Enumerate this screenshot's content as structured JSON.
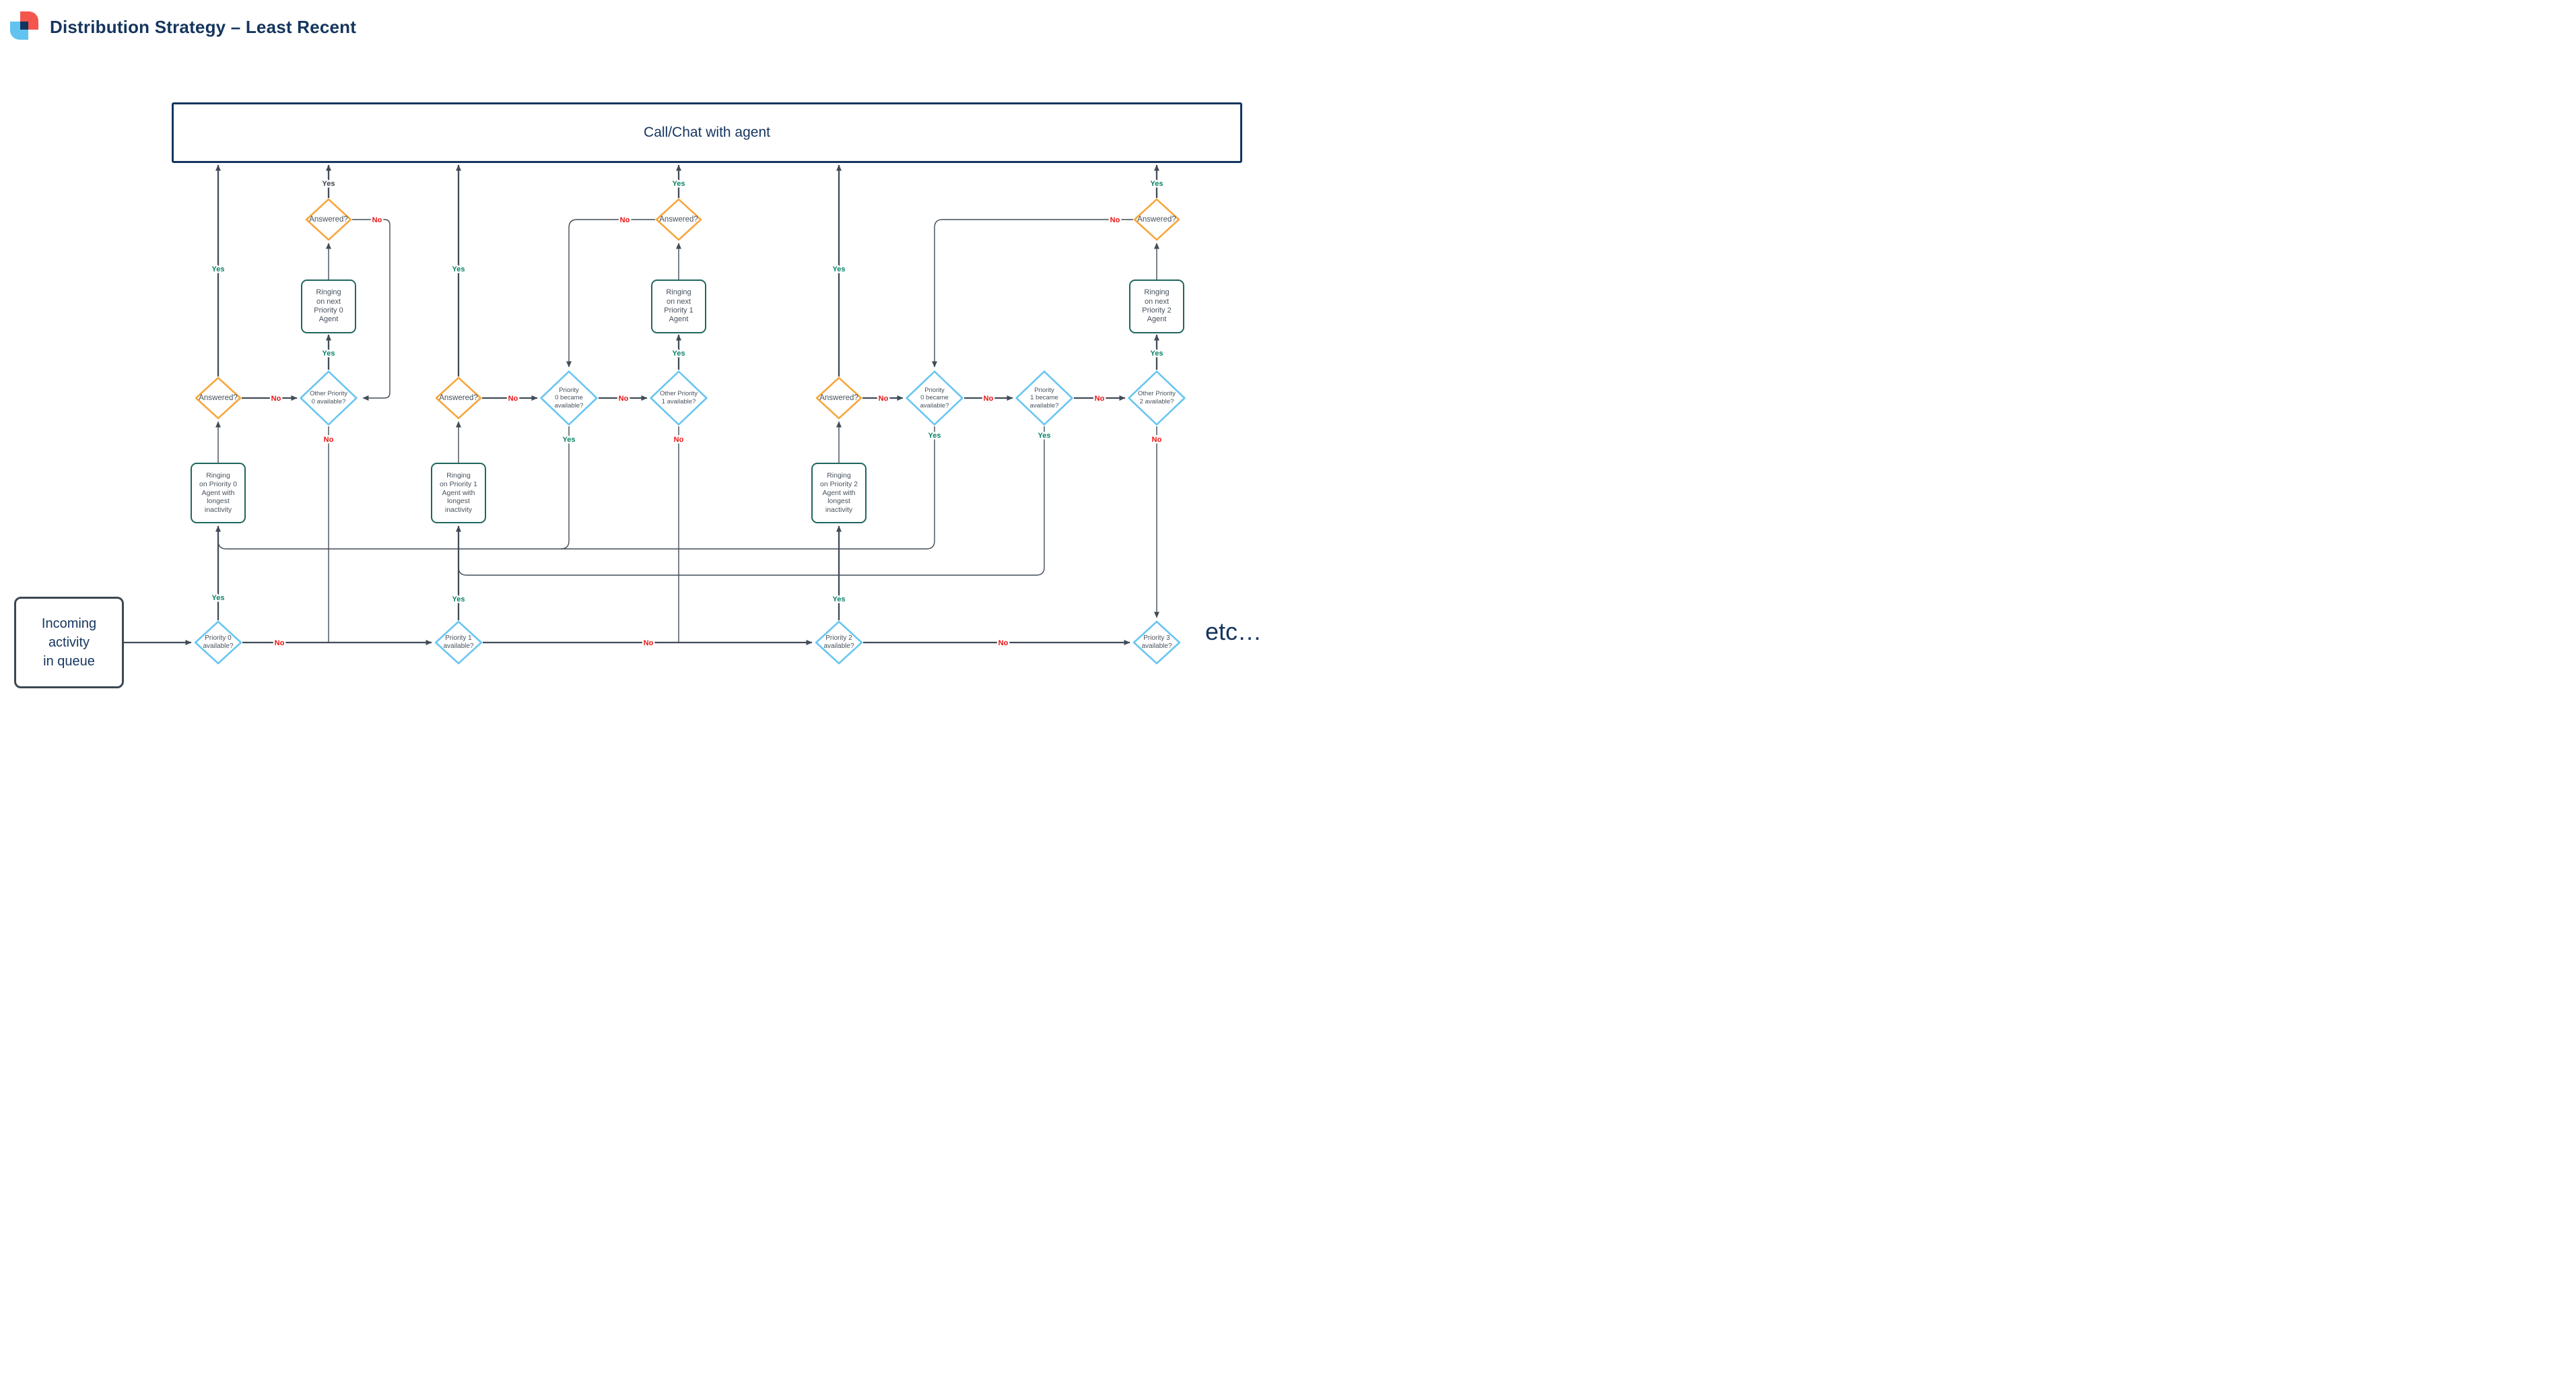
{
  "header": {
    "title": "Distribution Strategy – Least Recent"
  },
  "labels": {
    "yes": "Yes",
    "no": "No"
  },
  "nodes": {
    "call_chat": "Call/Chat with agent",
    "incoming": "Incoming\nactivity\nin queue",
    "answered": "Answered?",
    "p0_available": "Priority 0\navailable?",
    "p1_available": "Priority 1\navailable?",
    "p2_available": "Priority 2\navailable?",
    "p3_available": "Priority 3\navailable?",
    "other_p0": "Other Priority\n0 available?",
    "other_p1": "Other Priority\n1 available?",
    "other_p2": "Other Priority\n2 available?",
    "p0_became": "Priority\n0 became\navailable?",
    "p1_became": "Priority\n1 became\navailable?",
    "ringing_p0_longest": "Ringing\non Priority 0\nAgent with\nlongest\ninactivity",
    "ringing_p1_longest": "Ringing\non Priority 1\nAgent with\nlongest\ninactivity",
    "ringing_p2_longest": "Ringing\non Priority 2\nAgent with\nlongest\ninactivity",
    "ringing_next_p0": "Ringing\non next\nPriority 0\nAgent",
    "ringing_next_p1": "Ringing\non next\nPriority 1\nAgent",
    "ringing_next_p2": "Ringing\non next\nPriority 2\nAgent",
    "etc": "etc…"
  },
  "colors": {
    "navy": "#15355e",
    "line": "#414c57",
    "slate": "#47525d",
    "green": "#0a8468",
    "red": "#ed1111",
    "orange": "#f7a63c",
    "blue": "#6ac6f2",
    "teal": "#20665e",
    "ink": "#39434d",
    "logo-red": "#f4564e",
    "logo-blue": "#62c3f0"
  }
}
